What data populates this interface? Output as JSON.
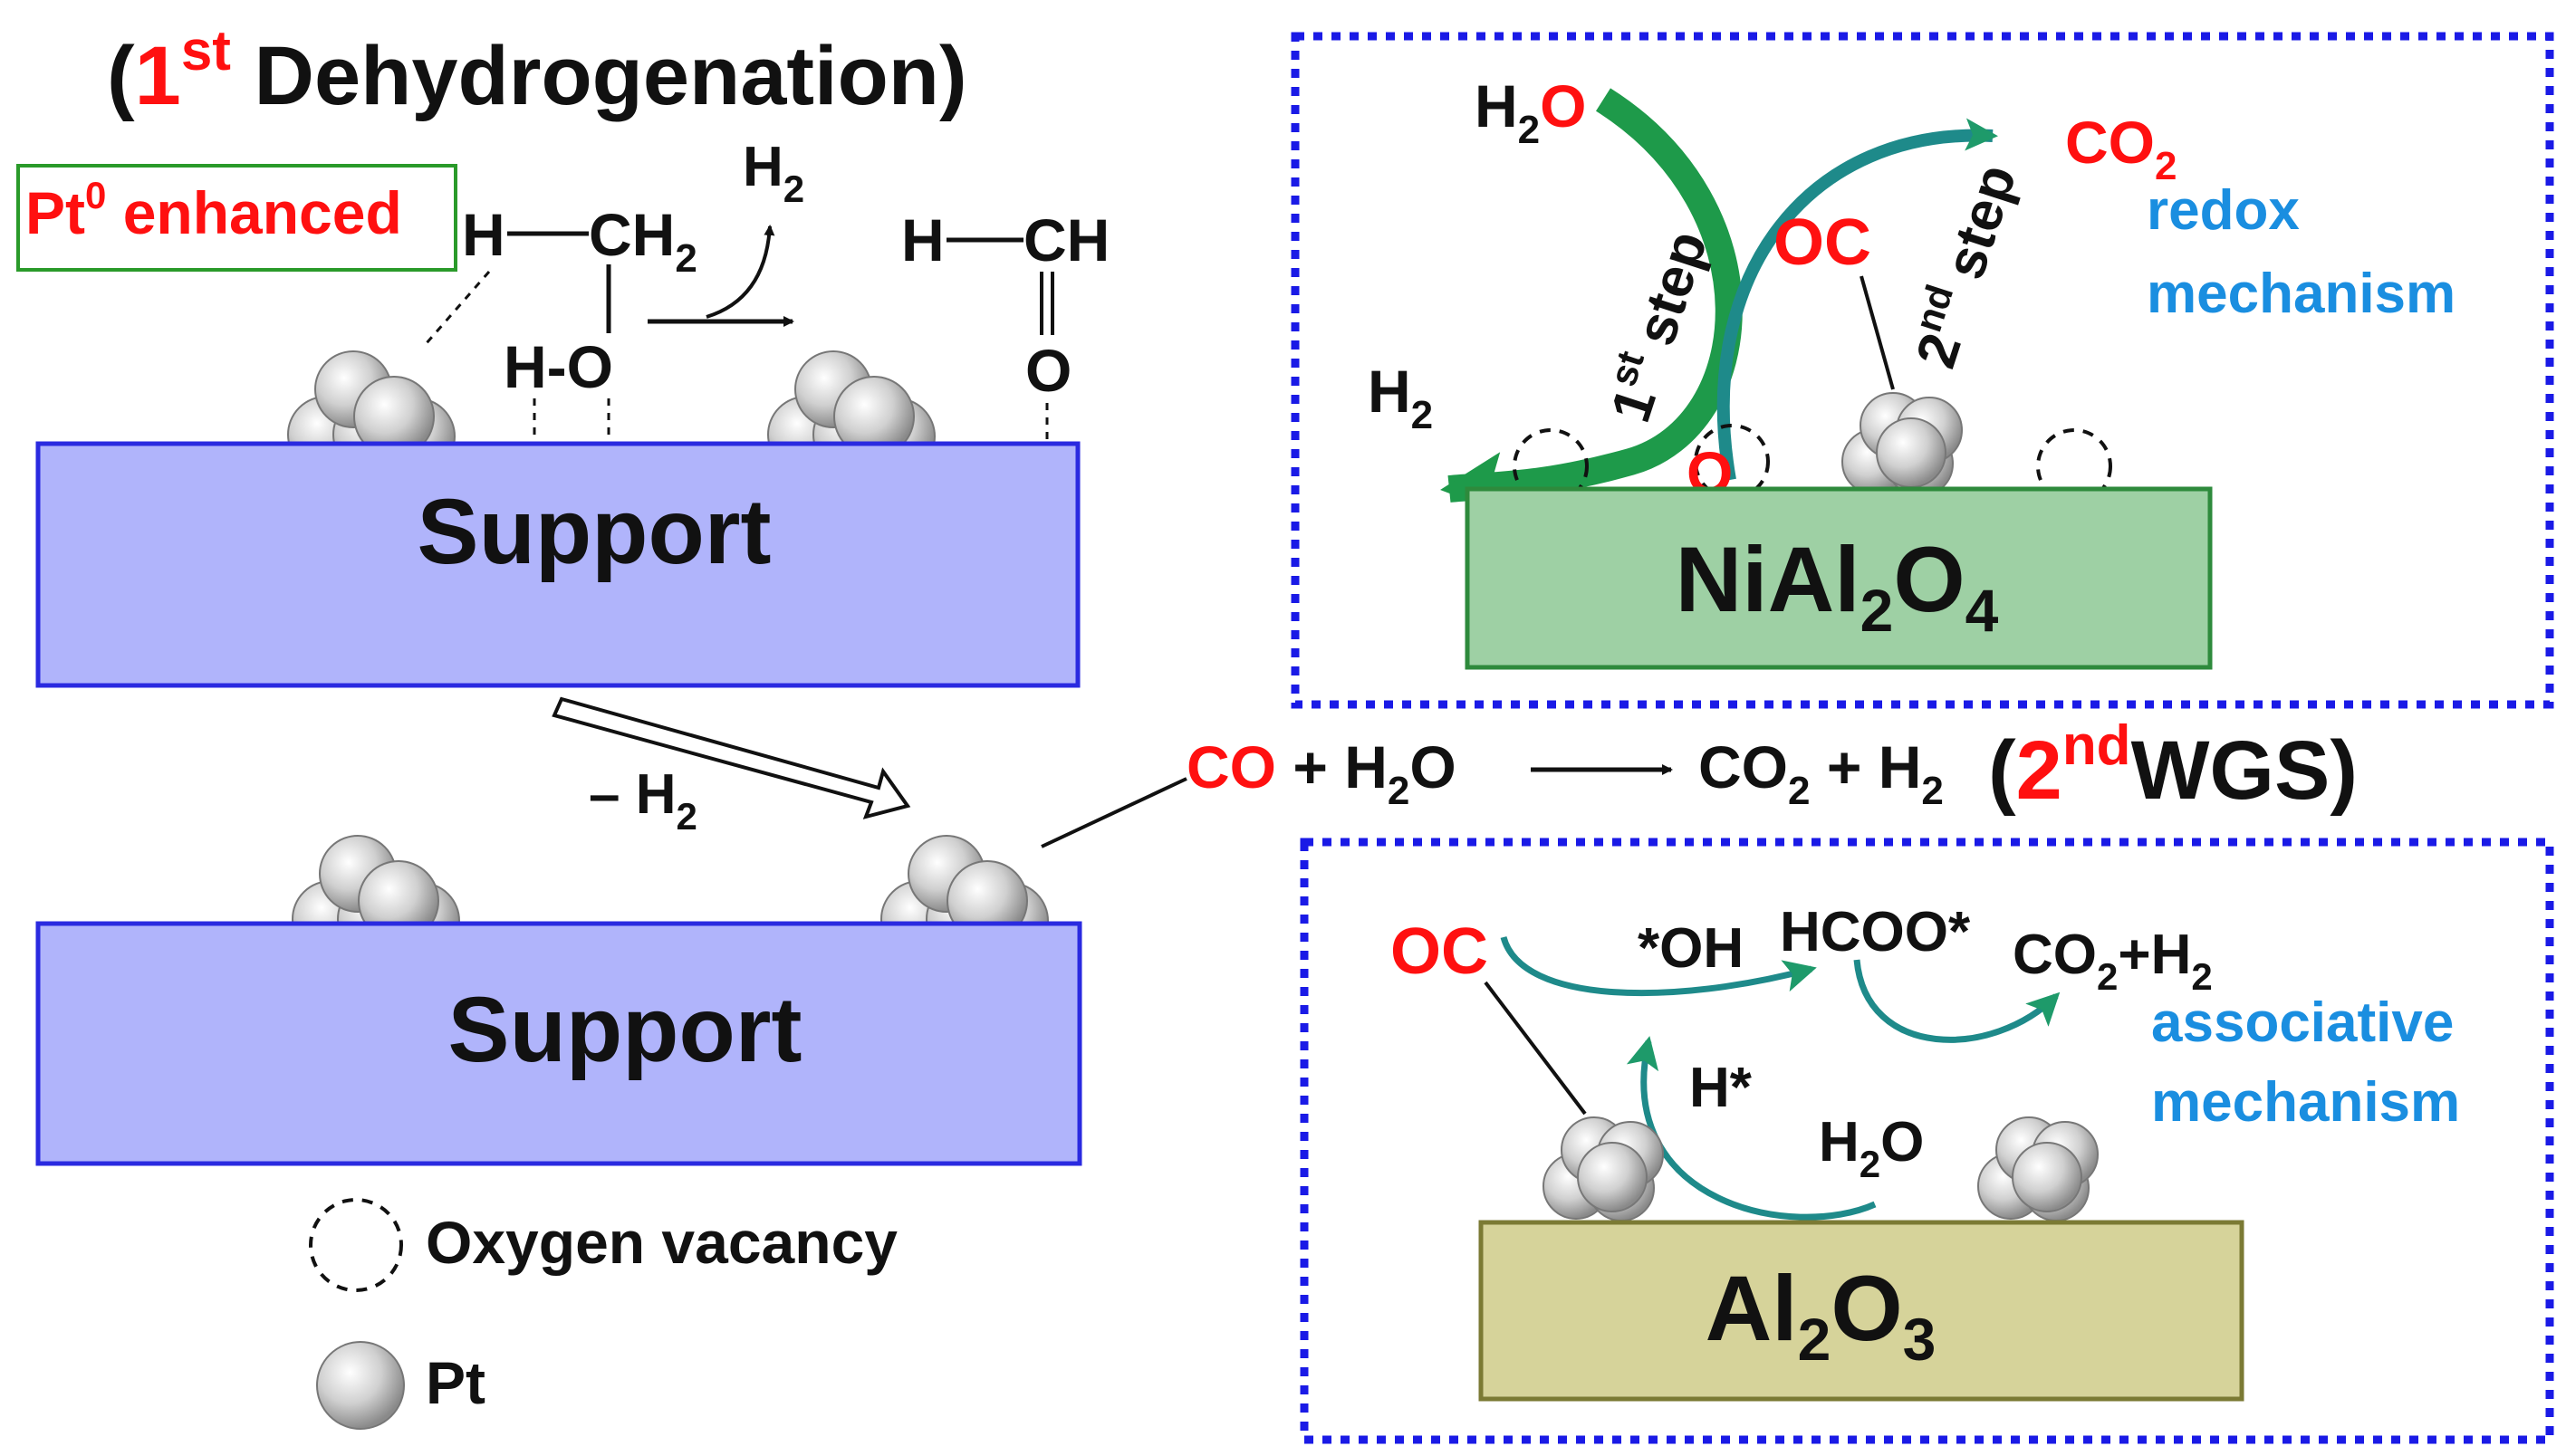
{
  "colors": {
    "support_fill": "#b0b4fb",
    "support_stroke": "#2a2ae0",
    "nial_fill": "#9ed0a4",
    "nial_stroke": "#2e8a3c",
    "al_fill": "#d6d39a",
    "al_stroke": "#7b7a34",
    "red": "#ff1010",
    "blue_label": "#1a8ee0",
    "green_arrow": "#1e9a4a",
    "teal_arrow": "#1f8a8a",
    "dot_border": "#1a1ae6",
    "label_box": "#2a9a2a"
  },
  "icons": {
    "pt_particle": "pt-cluster-icon",
    "vacancy": "oxygen-vacancy-icon"
  },
  "title": {
    "open": "(",
    "num": "1",
    "sup": "st",
    "rest": " Dehydrogenation)"
  },
  "pt0_label": {
    "main": "Pt",
    "sup": "0",
    "rest": " enhanced"
  },
  "left_molecules": {
    "h1": "H",
    "ch2": "CH",
    "ch2_sub": "2",
    "h_minus_o": "H-O",
    "h2": "H",
    "h2_sub": "2",
    "hch_h": "H",
    "hch_ch": "CH",
    "hch_o": "O"
  },
  "support_top": "Support",
  "support_bottom": "Support",
  "minus_h2": {
    "minus": "– H",
    "sub": "2"
  },
  "wgs": {
    "co": "CO",
    "plus1": " + H",
    "h2o_sub": "2",
    "h2o_o": "O",
    "co2": "CO",
    "co2_sub": "2",
    "plus2": " + H",
    "h2_sub": "2",
    "paren_open": "(",
    "num": "2",
    "sup": "nd",
    "rest": "WGS)"
  },
  "legend": {
    "vacancy": "Oxygen vacancy",
    "pt": "Pt"
  },
  "redox_box": {
    "h2o_h": "H",
    "h2o_sub": "2",
    "h2o_o": "O",
    "co2": "CO",
    "co2_sub": "2",
    "step1_num": "1",
    "step1_sup": "st",
    "step1_word": " step",
    "step2_num": "2",
    "step2_sup": "nd",
    "step2_word": " step",
    "oc": "OC",
    "h2": "H",
    "h2_sub": "2",
    "o": "O",
    "label1": "redox",
    "label2": "mechanism",
    "substrate_a": "NiAl",
    "substrate_sub1": "2",
    "substrate_b": "O",
    "substrate_sub2": "4"
  },
  "assoc_box": {
    "oc": "OC",
    "oh": "*OH",
    "hcoo": "HCOO*",
    "co2h2_a": "CO",
    "co2h2_sub1": "2",
    "co2h2_b": "+H",
    "co2h2_sub2": "2",
    "hstar": "H*",
    "h2o_h": "H",
    "h2o_sub": "2",
    "h2o_o": "O",
    "label1": "associative",
    "label2": "mechanism",
    "substrate_a": "Al",
    "substrate_sub1": "2",
    "substrate_b": "O",
    "substrate_sub2": "3"
  }
}
